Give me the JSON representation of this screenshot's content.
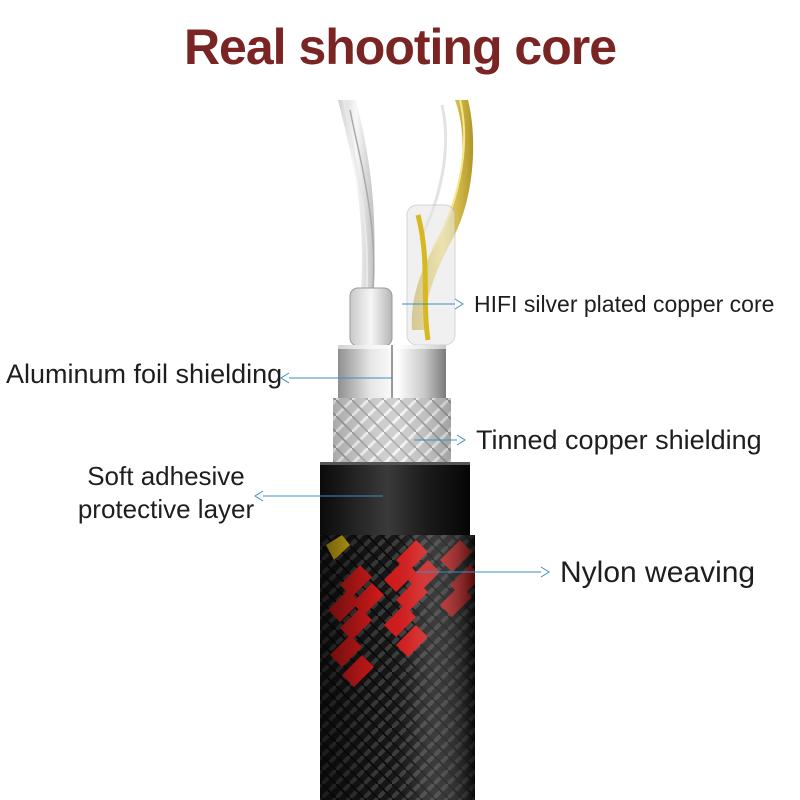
{
  "title": "Real shooting core",
  "labels": {
    "hifi_core": "HIFI silver plated copper core",
    "aluminum_foil": "Aluminum foil shielding",
    "tinned_copper": "Tinned copper shielding",
    "soft_adhesive_line1": "Soft adhesive",
    "soft_adhesive_line2": "protective layer",
    "nylon": "Nylon weaving"
  },
  "colors": {
    "title": "#7a2424",
    "leader_line": "#3a8fc0",
    "braid_red": "#d11a1a",
    "braid_black": "#151515",
    "yellow_marker": "#e8c21a"
  }
}
